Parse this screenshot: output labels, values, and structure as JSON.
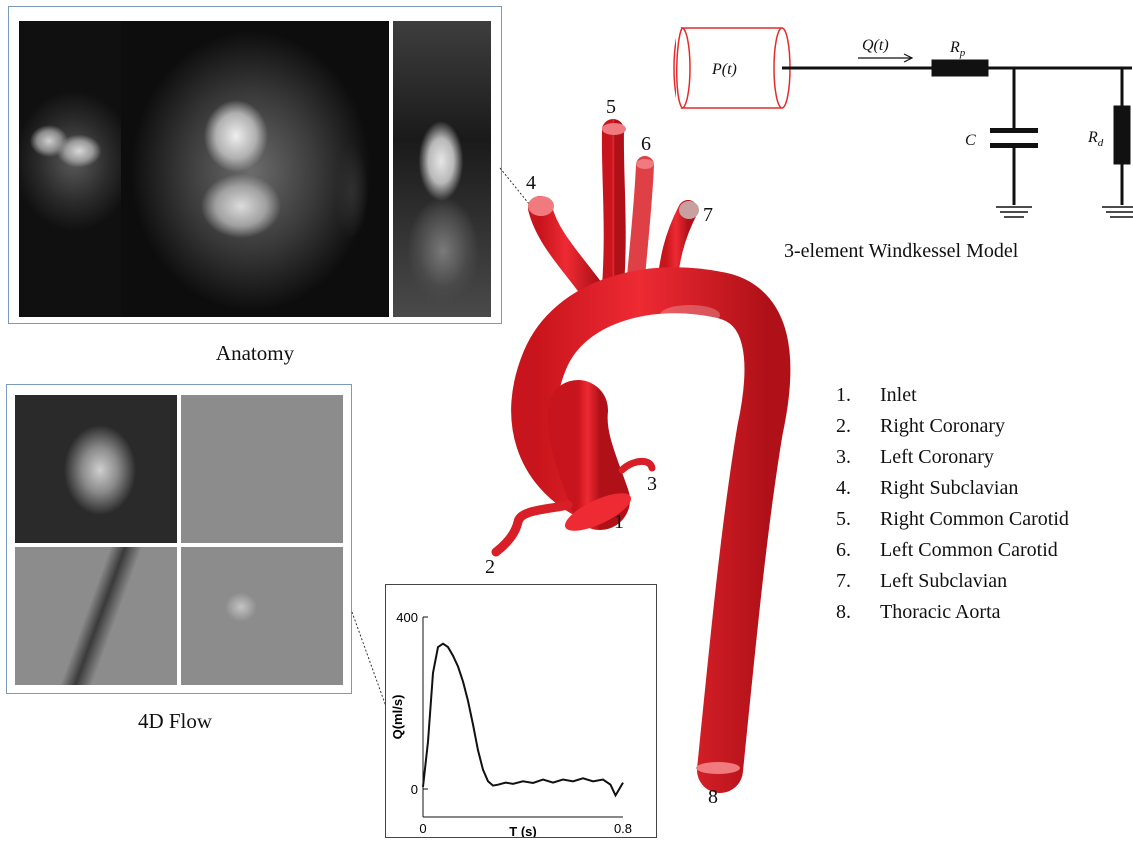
{
  "anatomy": {
    "caption": "Anatomy"
  },
  "flow4d": {
    "caption": "4D Flow"
  },
  "windkessel": {
    "caption": "3-element Windkessel Model",
    "pressure_label": "P(t)",
    "flow_label": "Q(t)",
    "rp_label": "R",
    "rp_sub": "p",
    "c_label": "C",
    "rd_label": "R",
    "rd_sub": "d"
  },
  "aorta": {
    "color": "#e8202a",
    "branch_numbers": [
      "1",
      "2",
      "3",
      "4",
      "5",
      "6",
      "7",
      "8"
    ]
  },
  "legend": {
    "items": [
      {
        "num": "1.",
        "label": "Inlet"
      },
      {
        "num": "2.",
        "label": "Right Coronary"
      },
      {
        "num": "3.",
        "label": "Left Coronary"
      },
      {
        "num": "4.",
        "label": "Right Subclavian"
      },
      {
        "num": "5.",
        "label": "Right Common Carotid"
      },
      {
        "num": "6.",
        "label": "Left Common Carotid"
      },
      {
        "num": "7.",
        "label": "Left Subclavian"
      },
      {
        "num": "8.",
        "label": "Thoracic Aorta"
      }
    ]
  },
  "chart_data": {
    "type": "line",
    "xlabel": "T (s)",
    "ylabel": "Q(ml/s)",
    "xlim": [
      0,
      0.8
    ],
    "ylim": [
      0,
      400
    ],
    "xticks": [
      "0",
      "0.8"
    ],
    "yticks": [
      "0",
      "400"
    ],
    "series": [
      {
        "x": [
          0,
          0.02,
          0.04,
          0.06,
          0.08,
          0.1,
          0.12,
          0.14,
          0.16,
          0.18,
          0.2,
          0.22,
          0.24,
          0.26,
          0.28,
          0.3,
          0.33,
          0.36,
          0.4,
          0.44,
          0.48,
          0.52,
          0.56,
          0.6,
          0.64,
          0.68,
          0.72,
          0.75,
          0.77,
          0.78,
          0.8
        ],
        "y": [
          5,
          110,
          270,
          330,
          338,
          330,
          310,
          285,
          250,
          205,
          150,
          90,
          45,
          18,
          8,
          10,
          15,
          12,
          18,
          14,
          22,
          15,
          22,
          18,
          25,
          18,
          22,
          10,
          -15,
          -5,
          15
        ]
      }
    ]
  }
}
